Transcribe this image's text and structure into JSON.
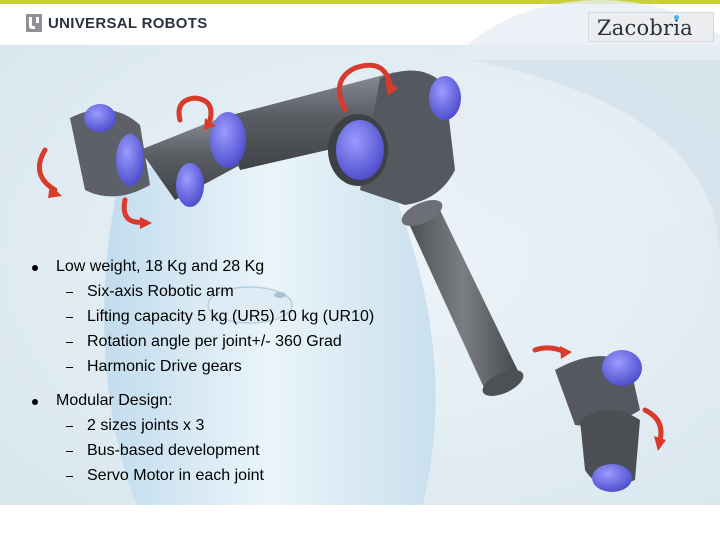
{
  "header": {
    "left_logo_text": "UNIVERSAL ROBOTS",
    "right_logo_text": "Zacobria"
  },
  "bullets": [
    {
      "text": "Low weight, 18 Kg and 28 Kg",
      "sub": [
        "Six-axis Robotic arm",
        "Lifting capacity 5 kg (UR5) 10 kg (UR10)",
        "Rotation angle per joint+/- 360 Grad",
        "Harmonic Drive gears"
      ]
    },
    {
      "text": "Modular Design:",
      "sub": [
        "2 sizes joints x 3",
        "Bus-based development",
        "Servo Motor in each joint"
      ]
    }
  ],
  "colors": {
    "accent_line": "#c9cf3a",
    "joint_cap": "#6f6ff0",
    "arm_body": "#6a6d72",
    "rotation_arrow": "#d83a2c",
    "zacobria_dot": "#4ab4e6"
  },
  "icons": {
    "ur_logo": "ur-mark-icon",
    "rotation": "rotation-arrow-icon"
  }
}
